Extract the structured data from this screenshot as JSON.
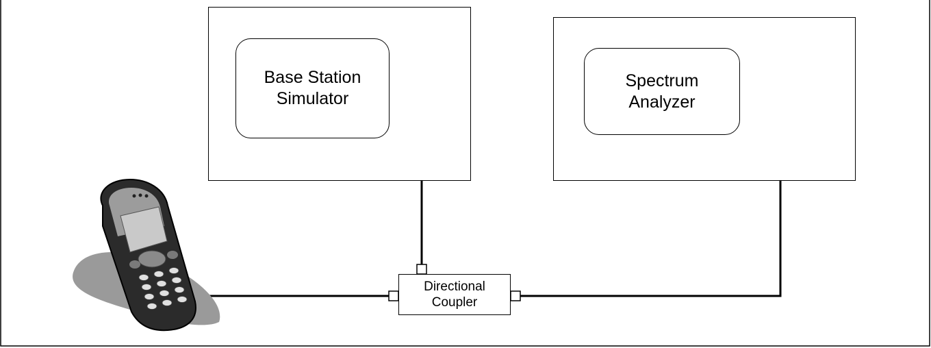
{
  "diagram": {
    "instruments": [
      {
        "id": "bss",
        "label": "Base Station\nSimulator"
      },
      {
        "id": "sa",
        "label": "Spectrum\nAnalyzer"
      }
    ],
    "coupler": {
      "label": "Directional\nCoupler"
    },
    "device": {
      "icon": "mobile-phone-icon"
    },
    "colors": {
      "line": "#000000",
      "background": "#ffffff"
    }
  }
}
